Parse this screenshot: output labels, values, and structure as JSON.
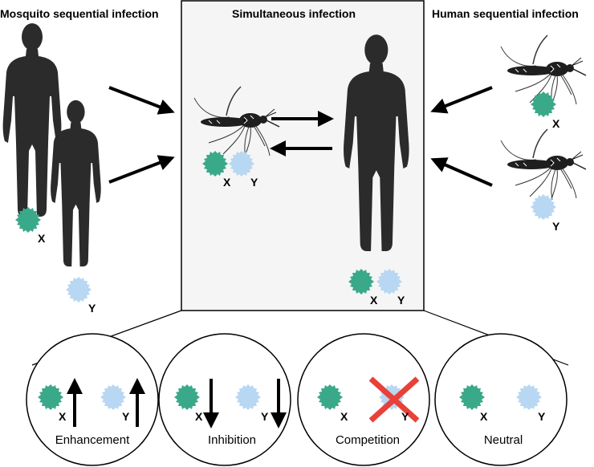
{
  "panels": {
    "left_title": "Mosquito sequential infection",
    "center_title": "Simultaneous infection",
    "right_title": "Human sequential infection"
  },
  "virus_labels": {
    "x": "X",
    "y": "Y"
  },
  "outcomes": [
    {
      "label": "Enhancement"
    },
    {
      "label": "Inhibition"
    },
    {
      "label": "Competition"
    },
    {
      "label": "Neutral"
    }
  ],
  "colors": {
    "virus_x": "#3aa98a",
    "virus_y": "#b8d7f2",
    "silhouette": "#2b2b2b",
    "center_panel": "#f5f5f5",
    "cross": "#e8413a"
  }
}
